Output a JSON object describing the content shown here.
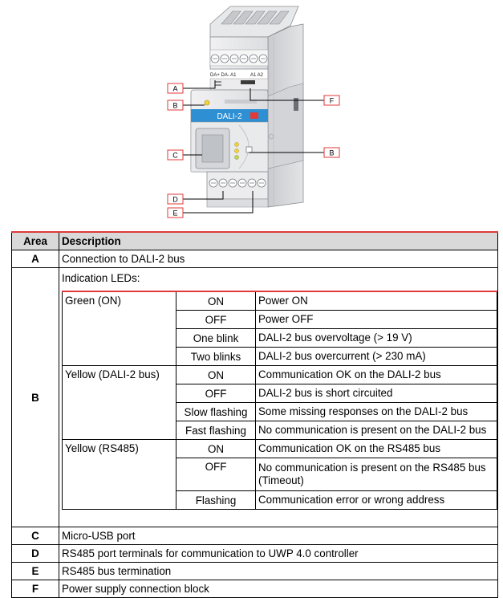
{
  "figure": {
    "device_label": "DALI-2",
    "terminal_text_left": "DA+ DA- A1",
    "terminal_text_right": "A1 A2",
    "callouts": [
      "A",
      "B",
      "C",
      "D",
      "E",
      "B",
      "F"
    ]
  },
  "table": {
    "header": {
      "area": "Area",
      "description": "Description"
    },
    "rows": {
      "A": {
        "area": "A",
        "description": "Connection to DALI-2 bus"
      },
      "B": {
        "area": "B",
        "description": "Indication LEDs:"
      },
      "C": {
        "area": "C",
        "description": "Micro-USB port"
      },
      "D": {
        "area": "D",
        "description": "RS485 port terminals for communication to UWP 4.0 controller"
      },
      "E": {
        "area": "E",
        "description": "RS485 bus termination"
      },
      "F": {
        "area": "F",
        "description": "Power supply connection block"
      }
    },
    "leds": [
      {
        "name": "Green (ON)",
        "states": [
          {
            "state": "ON",
            "meaning": "Power ON"
          },
          {
            "state": "OFF",
            "meaning": "Power OFF"
          },
          {
            "state": "One blink",
            "meaning": "DALI-2 bus overvoltage (> 19 V)"
          },
          {
            "state": "Two blinks",
            "meaning": "DALI-2 bus overcurrent (> 230 mA)"
          }
        ]
      },
      {
        "name": "Yellow (DALI-2 bus)",
        "states": [
          {
            "state": "ON",
            "meaning": "Communication OK on the DALI-2 bus"
          },
          {
            "state": "OFF",
            "meaning": "DALI-2 bus is short circuited"
          },
          {
            "state": "Slow flashing",
            "meaning": "Some missing responses on the DALI-2 bus"
          },
          {
            "state": "Fast flashing",
            "meaning": "No communication is present on the DALI-2 bus"
          }
        ]
      },
      {
        "name": "Yellow (RS485)",
        "states": [
          {
            "state": "ON",
            "meaning": "Communication OK on the RS485 bus"
          },
          {
            "state": "OFF",
            "meaning": "No communication is present on the RS485 bus (Timeout)"
          },
          {
            "state": "Flashing",
            "meaning": "Communication error or wrong address"
          }
        ]
      }
    ]
  },
  "colors": {
    "header_accent": "#e03a3a",
    "header_bg": "#d9d9d9",
    "device_blue": "#2f8fd3",
    "led_yellow": "#f3d23a"
  }
}
